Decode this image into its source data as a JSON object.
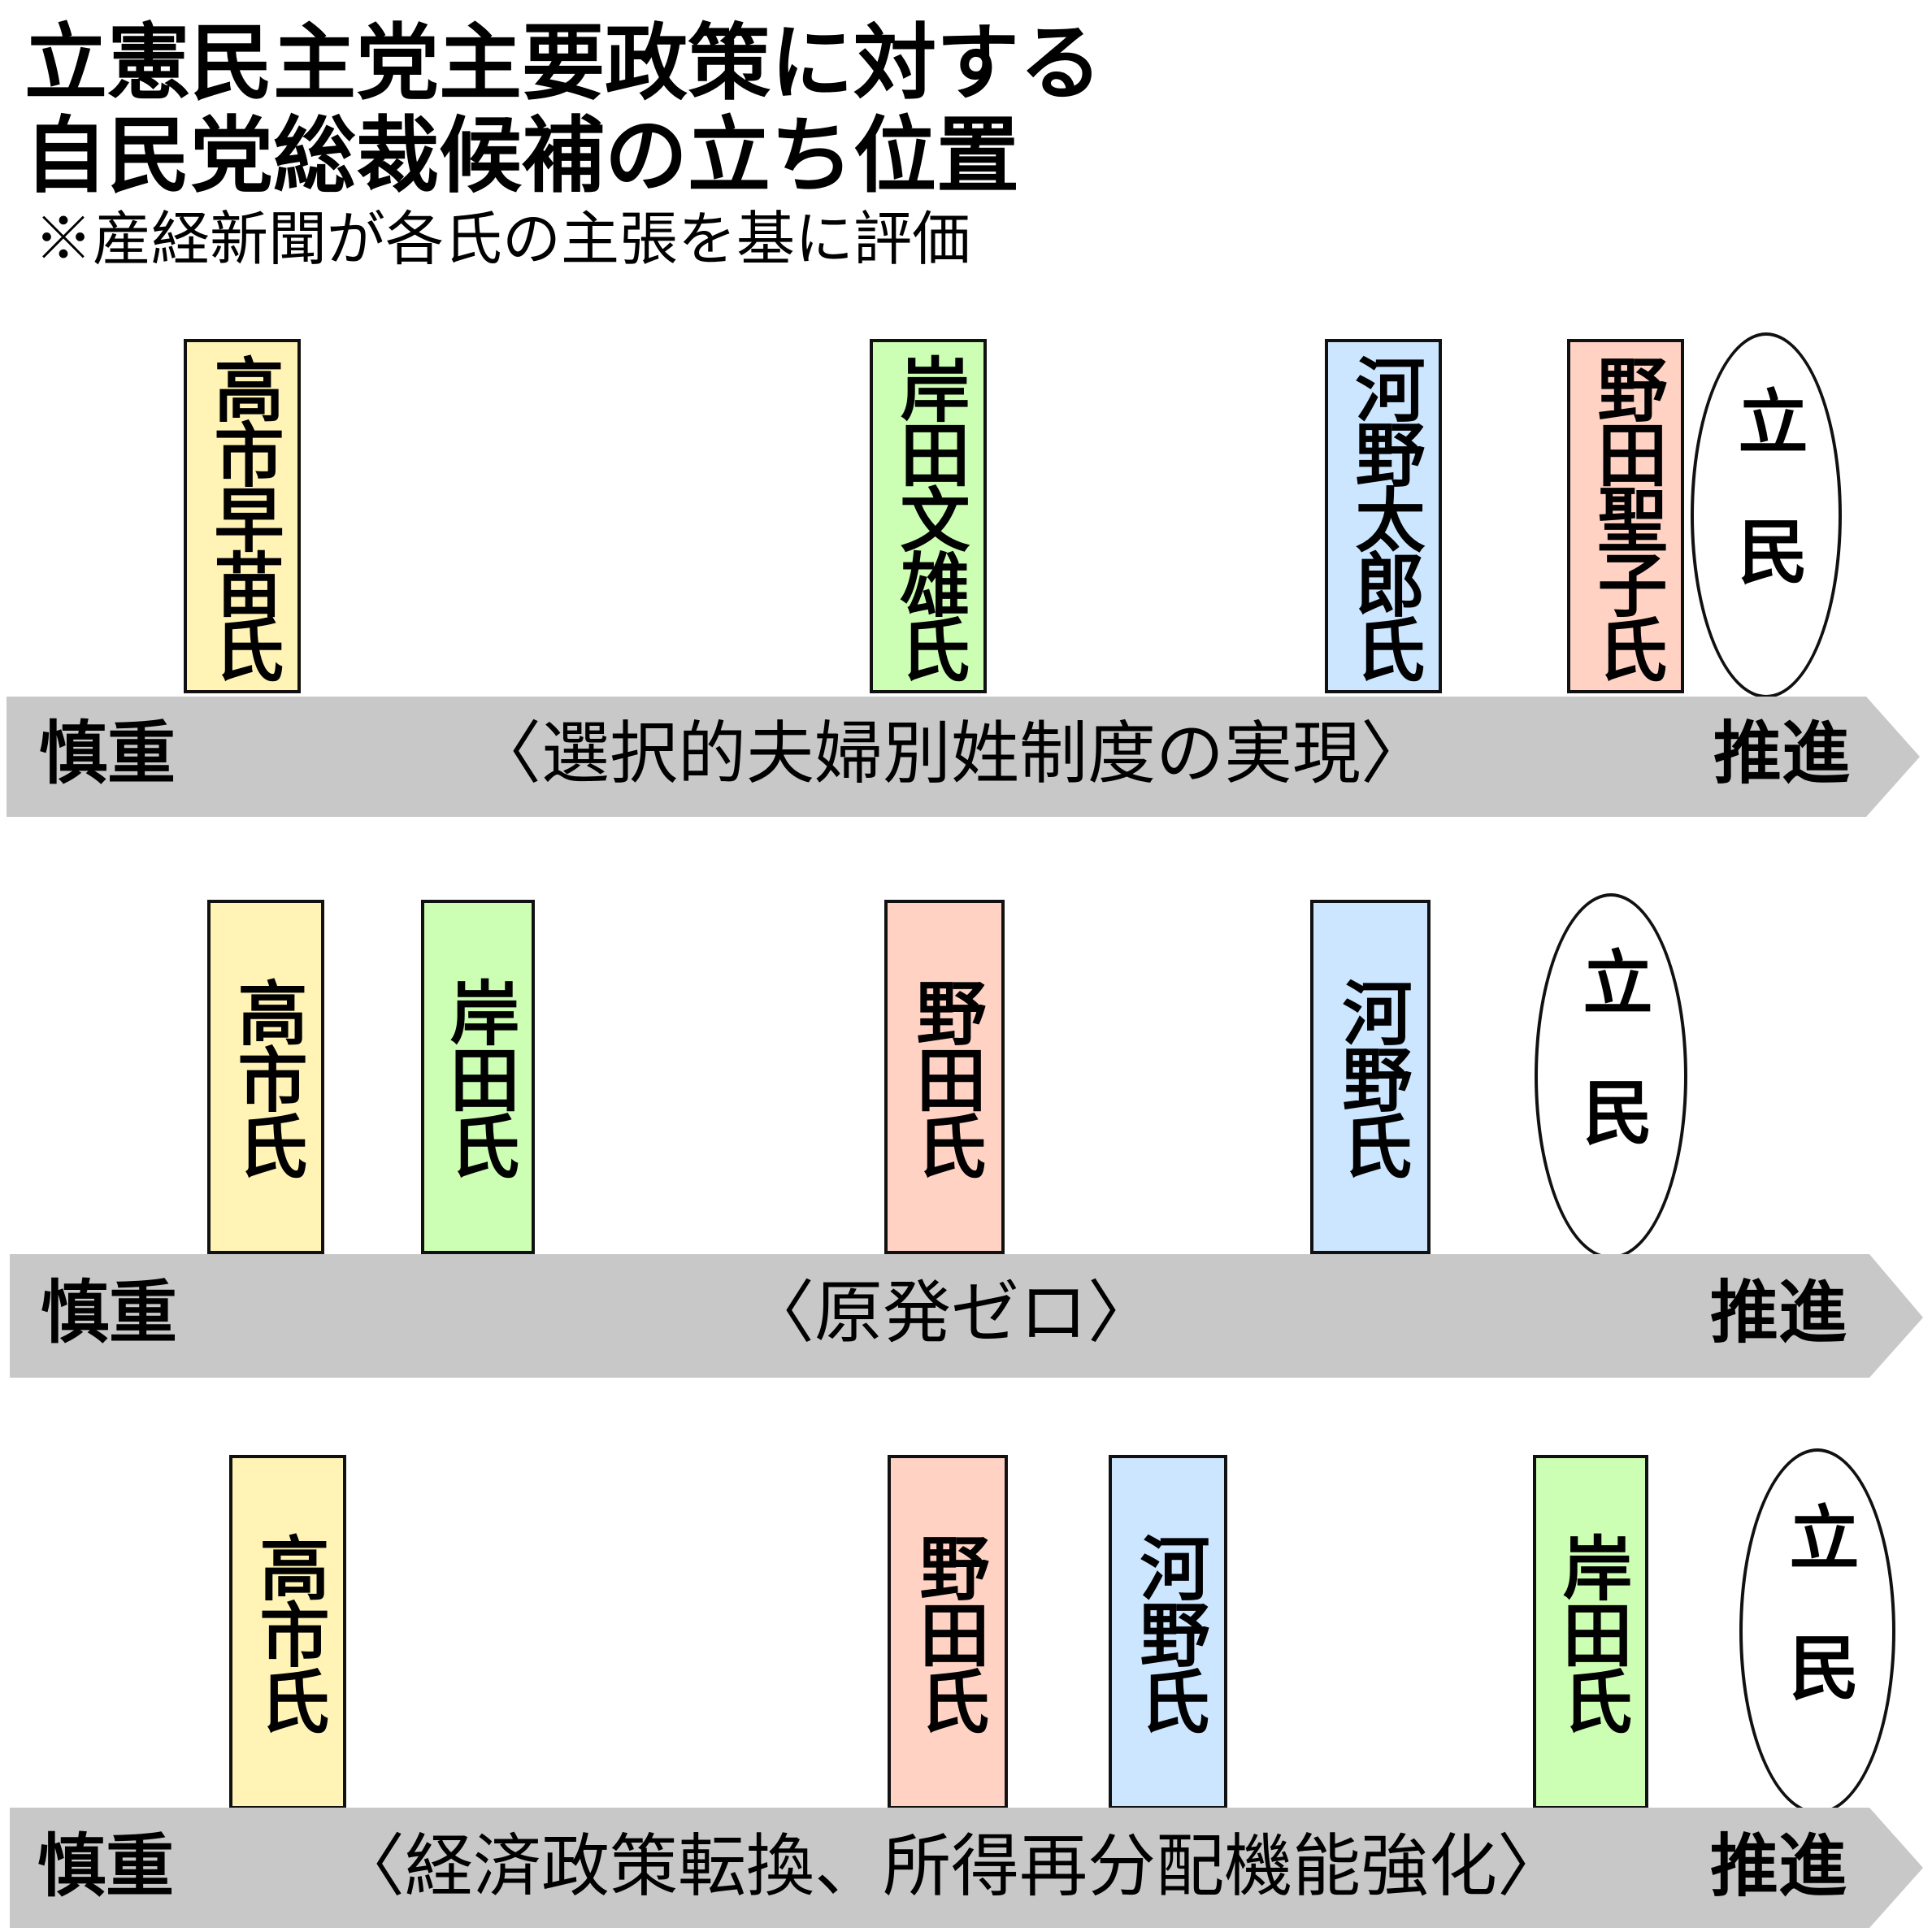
{
  "title_line1": "立憲民主党主要政策に対する",
  "title_line2": "自民党総裁候補の立ち位置",
  "note": "※産経新聞が各氏の主張を基に評価",
  "colors": {
    "takaichi": "#FFF3B5",
    "kishida": "#CCFFB3",
    "kono": "#CCE6FF",
    "noda": "#FFD2C4",
    "party": "#FFFFFF",
    "axis": "#C8C8C8"
  },
  "scales": [
    {
      "label": "〈選択的夫婦別姓制度の実現〉",
      "left_label": "慎重",
      "right_label": "推進",
      "markers": [
        {
          "name": "高市早苗氏",
          "color_key": "takaichi"
        },
        {
          "name": "岸田文雄氏",
          "color_key": "kishida"
        },
        {
          "name": "河野太郎氏",
          "color_key": "kono"
        },
        {
          "name": "野田聖子氏",
          "color_key": "noda"
        }
      ],
      "party": "立民"
    },
    {
      "label": "〈原発ゼロ〉",
      "left_label": "慎重",
      "right_label": "推進",
      "markers": [
        {
          "name": "高市氏",
          "color_key": "takaichi"
        },
        {
          "name": "岸田氏",
          "color_key": "kishida"
        },
        {
          "name": "野田氏",
          "color_key": "noda"
        },
        {
          "name": "河野氏",
          "color_key": "kono"
        }
      ],
      "party": "立民"
    },
    {
      "label": "〈経済政策転換、所得再分配機能強化〉",
      "left_label": "慎重",
      "right_label": "推進",
      "markers": [
        {
          "name": "高市氏",
          "color_key": "takaichi"
        },
        {
          "name": "野田氏",
          "color_key": "noda"
        },
        {
          "name": "河野氏",
          "color_key": "kono"
        },
        {
          "name": "岸田氏",
          "color_key": "kishida"
        }
      ],
      "party": "立民"
    }
  ]
}
